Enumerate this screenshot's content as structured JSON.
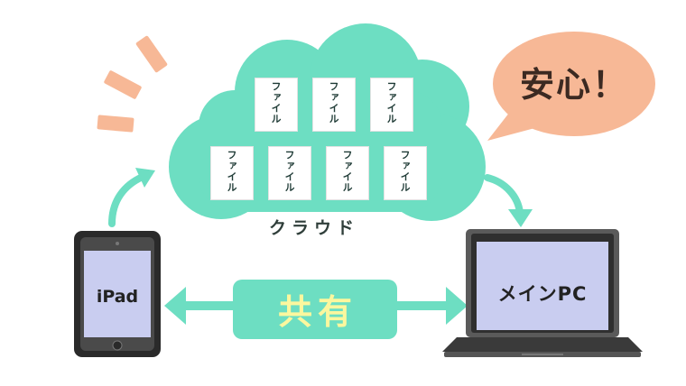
{
  "cloud": {
    "label": "クラウド",
    "file_label": "ファイル",
    "file_count": 7,
    "color": "#6ddec2"
  },
  "bubble": {
    "text": "安心！",
    "color": "#f7b896"
  },
  "share": {
    "label": "共有",
    "color": "#6ddec2",
    "text_color": "#fbf79e"
  },
  "ipad": {
    "label": "iPad"
  },
  "pc": {
    "label": "メインPC"
  },
  "colors": {
    "arrow": "#6ddec2",
    "burst": "#f7b896",
    "screen": "#c9cdf0"
  }
}
